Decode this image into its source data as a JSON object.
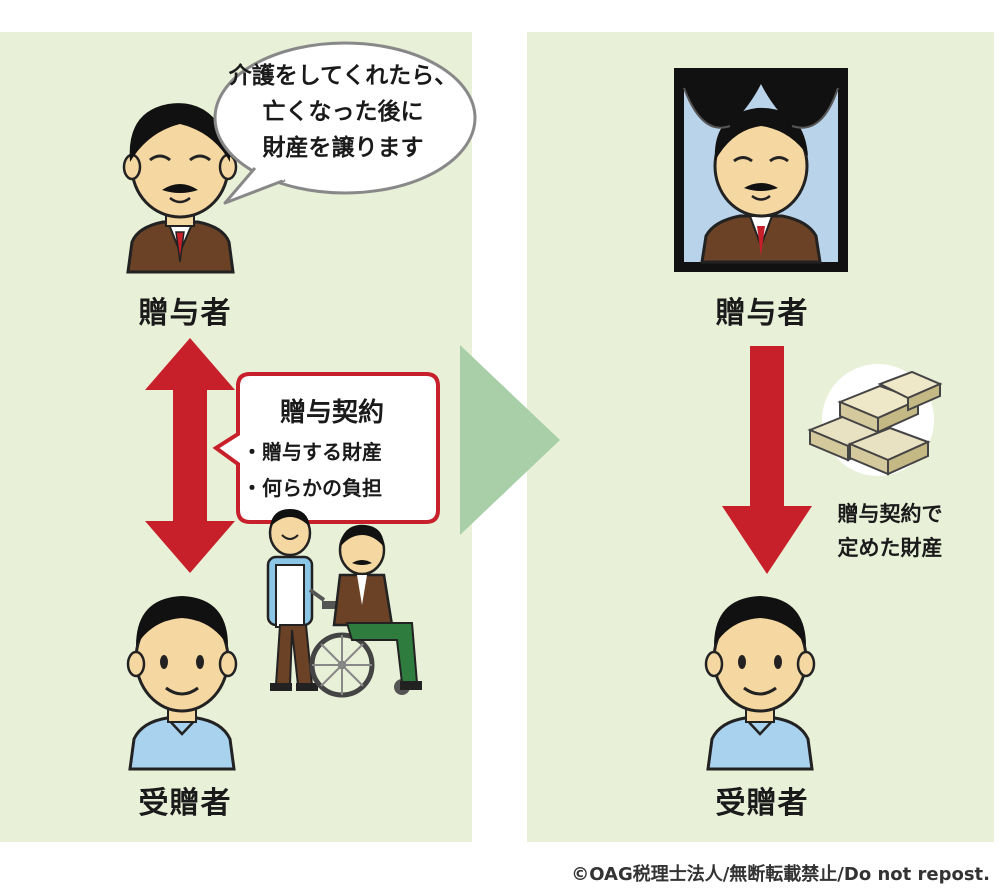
{
  "left": {
    "speech": [
      "介護をしてくれたら、",
      "亡くなった後に",
      "財産を譲ります"
    ],
    "donor_label": "贈与者",
    "recipient_label": "受贈者",
    "contract": {
      "title": "贈与契約",
      "items": [
        "・贈与する財産",
        "・何らかの負担"
      ]
    }
  },
  "right": {
    "donor_label": "贈与者",
    "recipient_label": "受贈者",
    "note": [
      "贈与契約で",
      "定めた財産"
    ]
  },
  "copyright": "©OAG税理士法人/無断転載禁止/Do not repost.",
  "colors": {
    "panel": "#e9f0d8",
    "arrow_red": "#c7202b",
    "transition_arrow": "#a9cfa8",
    "suit": "#6b4225",
    "shirt": "#a9d2ef"
  }
}
